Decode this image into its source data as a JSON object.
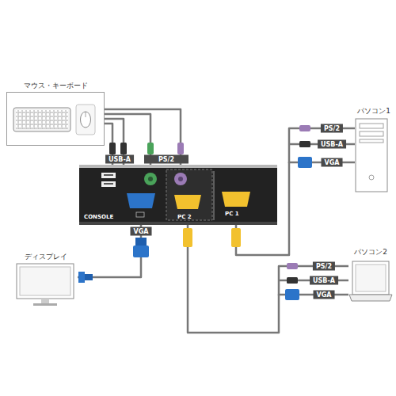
{
  "diagram": {
    "nodes": [
      {
        "text": [
          "マウス・キーボード"
        ]
      },
      {
        "text": [
          "パソコン1"
        ]
      },
      {
        "text": [
          "CONSOLE",
          "PC 2",
          "PC 1"
        ]
      },
      {
        "text": [
          "ディスプレイ"
        ]
      },
      {
        "text": [
          "パソコン2"
        ]
      }
    ],
    "edges": [
      {
        "from": 0,
        "to": 2,
        "arrow": "none"
      },
      {
        "from": 2,
        "to": 1,
        "arrow": "none"
      },
      {
        "from": 2,
        "to": 3,
        "arrow": "none"
      },
      {
        "from": 2,
        "to": 4,
        "arrow": "none"
      }
    ],
    "labels": [
      "USB-A",
      "PS/2",
      "VGA",
      "PS/2",
      "USB-A",
      "VGA",
      "PS/2",
      "USB-A",
      "VGA"
    ]
  }
}
